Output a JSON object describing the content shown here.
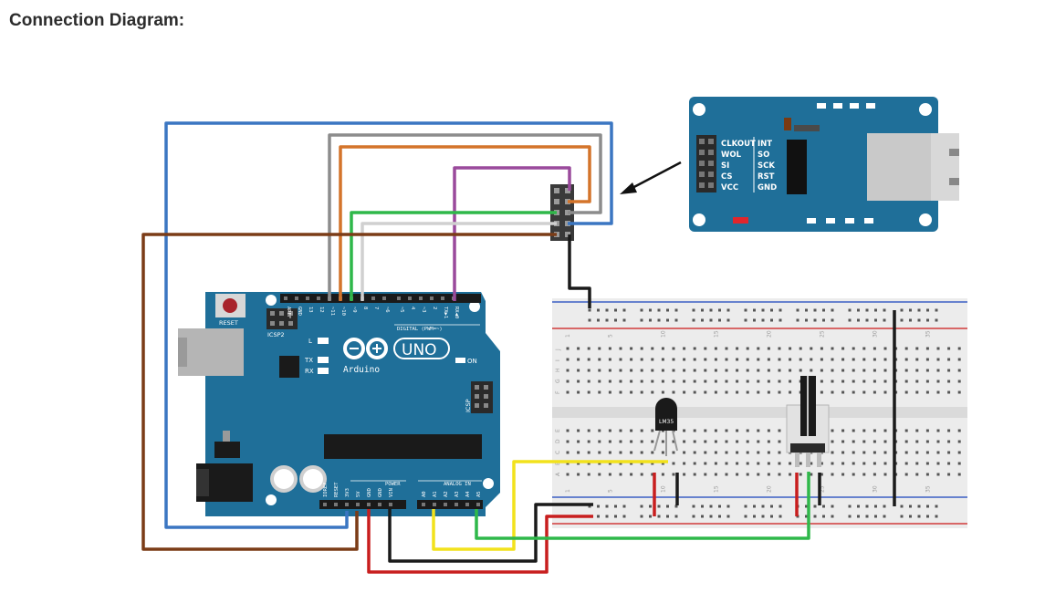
{
  "heading": "Connection Diagram:",
  "module": {
    "pins_left": [
      "CLKOUT",
      "WOL",
      "SI",
      "CS",
      "VCC"
    ],
    "pins_right": [
      "INT",
      "SO",
      "SCK",
      "RST",
      "GND"
    ]
  },
  "arduino": {
    "reset_label": "RESET",
    "icsp2_label": "ICSP2",
    "l_label": "L",
    "tx_label": "TX",
    "rx_label": "RX",
    "on_label": "ON",
    "uno_label": "UNO",
    "brand_label": "Arduino",
    "digital_label": "DIGITAL (PWM=~)",
    "icsp_label": "ICSP",
    "power_label": "POWER",
    "analog_label": "ANALOG IN",
    "digital_pins": [
      "AREF",
      "GND",
      "13",
      "12",
      "~11",
      "~10",
      "~9",
      "8",
      "7",
      "~6",
      "~5",
      "4",
      "~3",
      "2",
      "TX▶1",
      "RX◀0"
    ],
    "power_pins": [
      "IOREF",
      "RESET",
      "3V3",
      "5V",
      "GND",
      "GND",
      "VIN"
    ],
    "analog_pins": [
      "A0",
      "A1",
      "A2",
      "A3",
      "A4",
      "A5"
    ]
  },
  "breadboard": {
    "column_numbers": [
      "1",
      "5",
      "10",
      "15",
      "20",
      "25",
      "30",
      "35"
    ],
    "row_letters_top": [
      "J",
      "I",
      "H",
      "G",
      "F"
    ],
    "row_letters_bottom": [
      "E",
      "D",
      "C",
      "B",
      "A"
    ]
  },
  "sensor_label": "LM35",
  "colors": {
    "board": "#1f6f99",
    "wire_blue": "#3b76c2",
    "wire_gray": "#8c8c8c",
    "wire_orange": "#d4742a",
    "wire_purple": "#9a4a9c",
    "wire_green": "#2fb84a",
    "wire_white": "#e8e8e8",
    "wire_brown": "#7b3c17",
    "wire_black": "#1a1a1a",
    "wire_yellow": "#f2e21c",
    "wire_red": "#c81e1e"
  }
}
